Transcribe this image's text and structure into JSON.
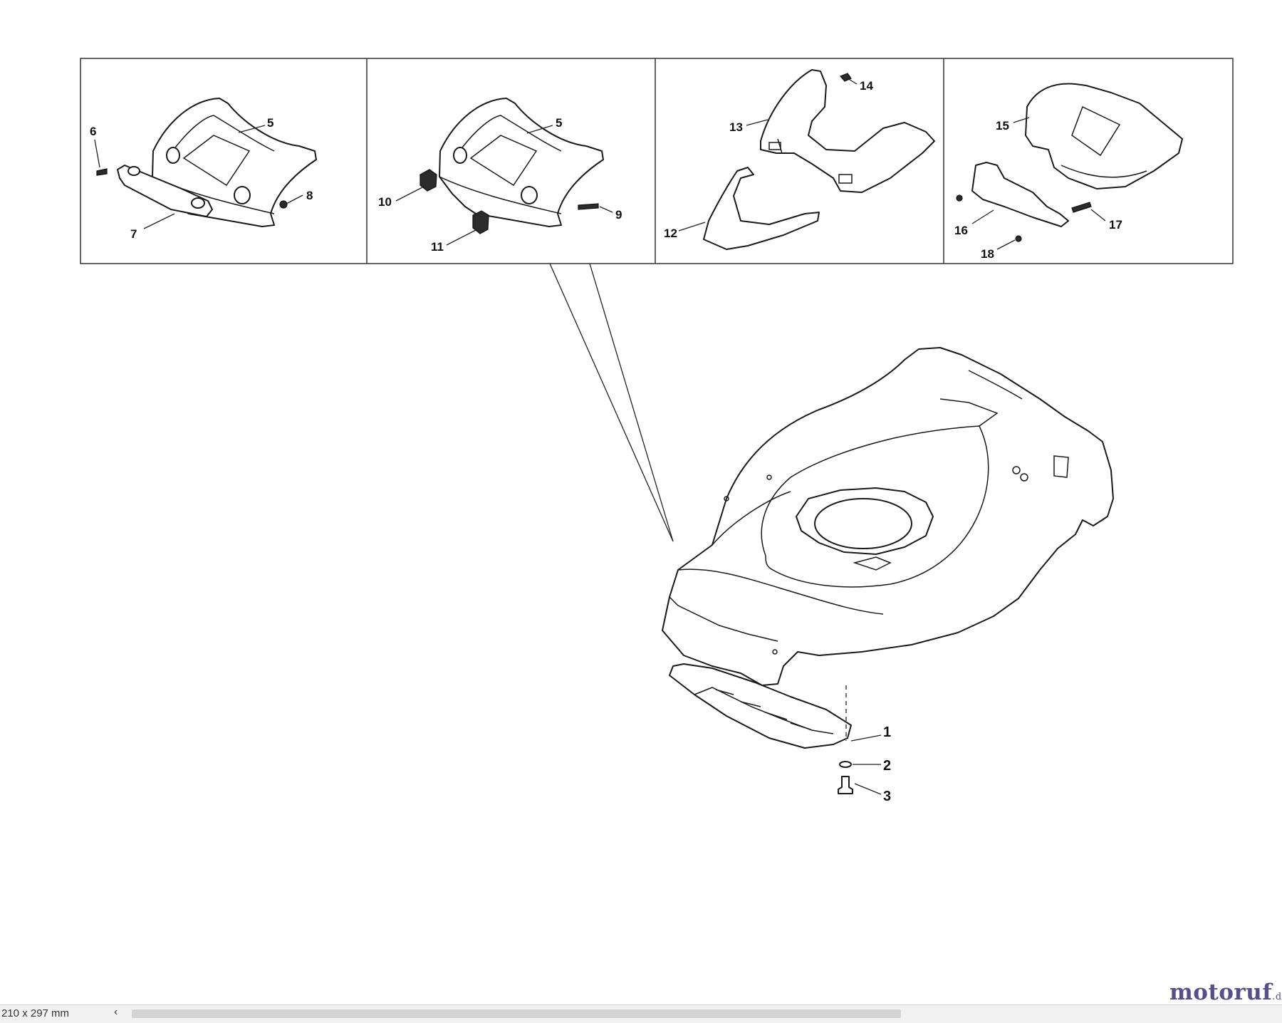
{
  "callouts": {
    "c1": "1",
    "c2": "2",
    "c3": "3",
    "c5a": "5",
    "c5b": "5",
    "c6": "6",
    "c7": "7",
    "c8": "8",
    "c9": "9",
    "c10": "10",
    "c11": "11",
    "c12": "12",
    "c13": "13",
    "c14": "14",
    "c15": "15",
    "c16": "16",
    "c17": "17",
    "c18": "18"
  },
  "status_bar": {
    "page_size": "210 x 297 mm",
    "scroll_left_glyph": "‹"
  },
  "watermark": {
    "brand": "motoruf",
    "tld": ".de",
    "brand_color": "#5a4d8c"
  }
}
